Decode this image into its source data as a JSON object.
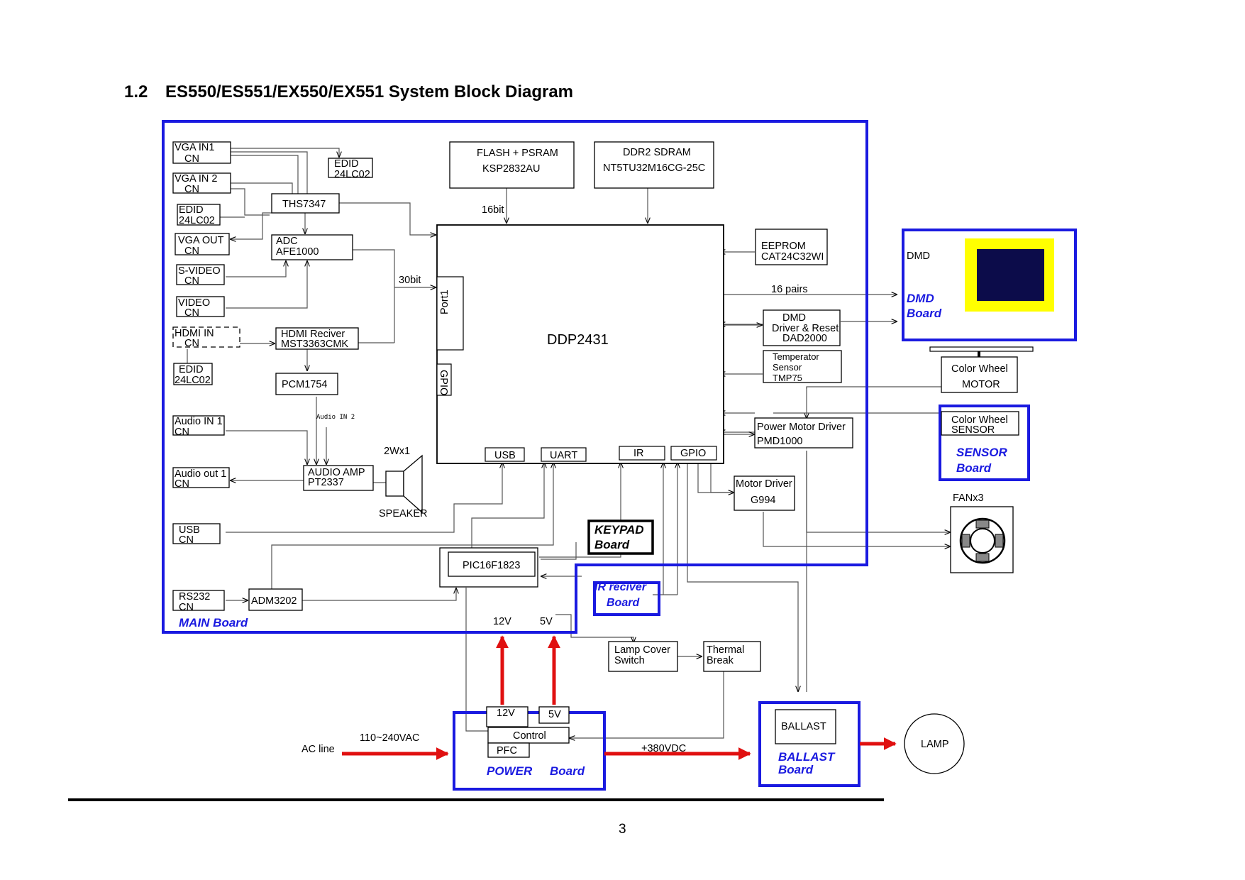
{
  "header": {
    "section_number": "1.2",
    "title": "ES550/ES551/EX550/EX551 System Block Diagram"
  },
  "page_number": "3",
  "colors": {
    "board_border": "#1a1ae0",
    "power_arrow": "#e01010",
    "dmd_yellow": "#ffff00",
    "dmd_core": "#0c0c4a"
  },
  "boards": {
    "main": "MAIN Board",
    "dmd": [
      "DMD",
      "Board"
    ],
    "sensor": [
      "SENSOR",
      "Board"
    ],
    "keypad": [
      "KEYPAD",
      "Board"
    ],
    "ir": [
      "IR reciver",
      "Board"
    ],
    "power": [
      "POWER",
      "Board"
    ],
    "ballast": [
      "BALLAST",
      "Board"
    ]
  },
  "connectors": {
    "vga_in1": [
      "VGA IN1",
      "CN"
    ],
    "vga_in2": [
      "VGA IN 2",
      "CN"
    ],
    "edid_a": [
      "EDID",
      "24LC02"
    ],
    "vga_out": [
      "VGA OUT",
      "CN"
    ],
    "svideo": [
      "S-VIDEO",
      "CN"
    ],
    "video": [
      "VIDEO",
      "CN"
    ],
    "hdmi_in": [
      "HDMI IN",
      "CN"
    ],
    "edid_b": [
      "EDID",
      "24LC02"
    ],
    "audio_in1": [
      "Audio IN 1",
      "CN"
    ],
    "audio_out1": [
      "Audio out 1",
      "CN"
    ],
    "usb_cn": [
      "USB",
      "CN"
    ],
    "rs232": [
      "RS232",
      "CN"
    ],
    "edid_top": [
      "EDID",
      "24LC02"
    ]
  },
  "chips": {
    "ths7347": "THS7347",
    "adc": [
      "ADC",
      "AFE1000"
    ],
    "hdmi_rx": [
      "HDMI Reciver",
      "MST3363CMK"
    ],
    "pcm": "PCM1754",
    "audio_amp": [
      "AUDIO AMP",
      "PT2337"
    ],
    "flash": [
      "FLASH + PSRAM",
      "KSP2832AU"
    ],
    "ddr2": [
      "DDR2 SDRAM",
      "NT5TU32M16CG-25C"
    ],
    "ddp": "DDP2431",
    "port1": "Port1",
    "gpio_side": "GPIO",
    "usb_port": "USB",
    "uart_port": "UART",
    "ir_port": "IR",
    "gpio_port": "GPIO",
    "eeprom": [
      "EEPROM",
      "CAT24C32WI"
    ],
    "dmd_driver": [
      "DMD",
      "Driver & Reset",
      "DAD2000"
    ],
    "temp": [
      "Temperator",
      "Sensor",
      "TMP75"
    ],
    "pmd": [
      "Power Motor Driver",
      "PMD1000"
    ],
    "motor_driver": [
      "Motor Driver",
      "G994"
    ],
    "pic": "PIC16F1823",
    "adm": "ADM3202",
    "color_wheel_motor": [
      "Color Wheel",
      "MOTOR"
    ],
    "color_wheel_sensor": [
      "Color Wheel",
      "SENSOR"
    ],
    "lamp_cover": [
      "Lamp Cover",
      "Switch"
    ],
    "thermal": [
      "Thermal",
      "Break"
    ],
    "ballast_chip": "BALLAST",
    "lamp": "LAMP",
    "p12v": "12V",
    "p5v": "5V",
    "control": "Control",
    "pfc": "PFC"
  },
  "labels": {
    "bit16": "16bit",
    "bit30": "30bit",
    "pairs16": "16 pairs",
    "audio_in2": "Audio IN 2",
    "w2x1": "2Wx1",
    "speaker": "SPEAKER",
    "dmd": "DMD",
    "fan": "FANx3",
    "v12": "12V",
    "v5": "5V",
    "ac_line": "AC line",
    "vac": "110~240VAC",
    "vdc": "+380VDC"
  }
}
